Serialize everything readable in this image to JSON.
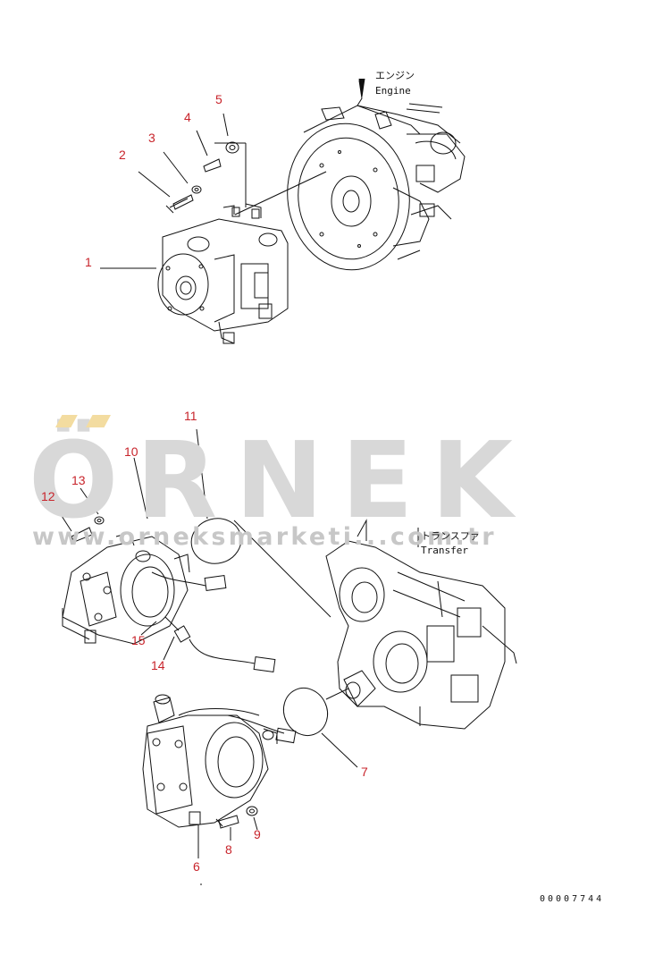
{
  "watermark": {
    "brand": "ÖRNEK",
    "site": "www.orneksmarketi...com.tr"
  },
  "captions": {
    "engine_jp": "エンジン",
    "engine_en": "Engine",
    "transfer_jp": "トランスファ",
    "transfer_en": "Transfer"
  },
  "callouts": [
    "1",
    "2",
    "3",
    "4",
    "5",
    "6",
    "7",
    "8",
    "9",
    "10",
    "11",
    "12",
    "13",
    "14",
    "15"
  ],
  "document_number": "00007744",
  "colors": {
    "callout": "#c8242b",
    "line": "#111111",
    "watermark": "#d8d8d8",
    "watermark_accent": "#f3dca0"
  }
}
